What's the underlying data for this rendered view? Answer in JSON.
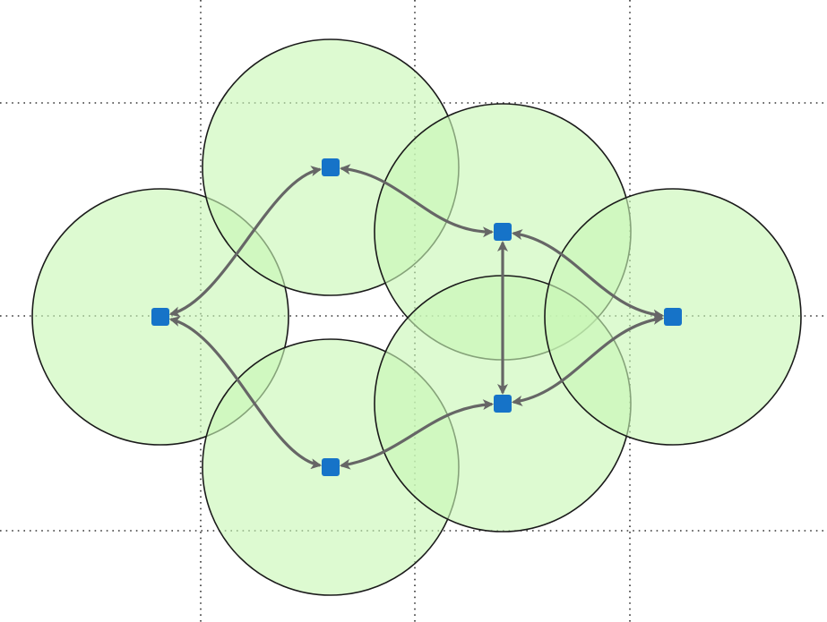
{
  "diagram": {
    "type": "network-topology",
    "background": "#ffffff",
    "grid": true,
    "range_fill": "#c8f7b4",
    "range_fill_opacity": 0.62,
    "range_stroke": "#1a1a1a",
    "node_color": "#1673c8",
    "link_color": "#666666",
    "nodes": [
      {
        "id": "left"
      },
      {
        "id": "upper-left"
      },
      {
        "id": "lower-left"
      },
      {
        "id": "upper-right"
      },
      {
        "id": "lower-right"
      },
      {
        "id": "right"
      }
    ],
    "links": [
      {
        "from": "left",
        "to": "upper-left",
        "arrows": "both"
      },
      {
        "from": "left",
        "to": "lower-left",
        "arrows": "both"
      },
      {
        "from": "upper-left",
        "to": "upper-right",
        "arrows": "both"
      },
      {
        "from": "lower-left",
        "to": "lower-right",
        "arrows": "both"
      },
      {
        "from": "upper-right",
        "to": "lower-right",
        "arrows": "both"
      },
      {
        "from": "upper-right",
        "to": "right",
        "arrows": "both"
      },
      {
        "from": "lower-right",
        "to": "right",
        "arrows": "both"
      }
    ]
  }
}
